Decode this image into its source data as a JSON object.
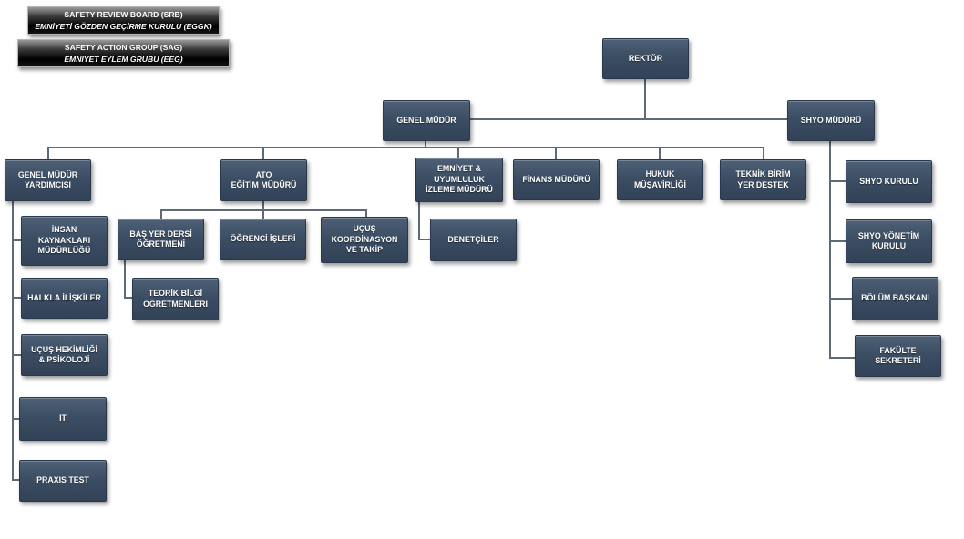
{
  "legend": {
    "srb": {
      "line1": "SAFETY REVIEW BOARD (SRB)",
      "line2": "EMNİYETİ GÖZDEN GEÇİRME KURULU (EGGK)"
    },
    "sag": {
      "line1": "SAFETY ACTION GROUP (SAG)",
      "line2": "EMNİYET EYLEM GRUBU (EEG)"
    }
  },
  "org": {
    "rektor": "REKTÖR",
    "genel_mudur": "GENEL MÜDÜR",
    "shyo_mudur": "SHYO MÜDÜRÜ",
    "gm_yardimcisi": "GENEL MÜDÜR\nYARDIMCISI",
    "ato": "ATO\nEĞİTİM MÜDÜRÜ",
    "emniyet": "EMNİYET &\nUYUMLULUK\nİZLEME MÜDÜRÜ",
    "finans": "FİNANS MÜDÜRÜ",
    "hukuk": "HUKUK\nMÜŞAVİRLİĞİ",
    "teknik": "TEKNİK BİRİM\nYER DESTEK",
    "insan": "İNSAN\nKAYNAKLARI\nMÜDÜRLÜĞÜ",
    "halkla": "HALKLA İLİŞKİLER",
    "ucus_hekimligi": "UÇUŞ HEKİMLİĞİ\n& PSİKOLOJİ",
    "it": "IT",
    "praxis": "PRAXIS TEST",
    "bas_yer": "BAŞ YER DERSİ\nÖĞRETMENİ",
    "ogrenci": "ÖĞRENCİ İŞLERİ",
    "ucus_koord": "UÇUŞ\nKOORDİNASYON\nVE TAKİP",
    "teorik": "TEORİK BİLGİ\nÖĞRETMENLERİ",
    "denetciler": "DENETÇİLER",
    "shyo_kurulu": "SHYO KURULU",
    "shyo_yonetim": "SHYO YÖNETİM\nKURULU",
    "bolum_baskani": "BÖLÜM BAŞKANI",
    "fakulte": "FAKÜLTE\nSEKRETERİ"
  },
  "colors": {
    "node_gradient_top": "#4e6076",
    "node_gradient_bottom": "#324257",
    "legend_background": "#000000",
    "connector": "#5e6a77",
    "text": "#ffffff",
    "page_background": "#ffffff"
  }
}
